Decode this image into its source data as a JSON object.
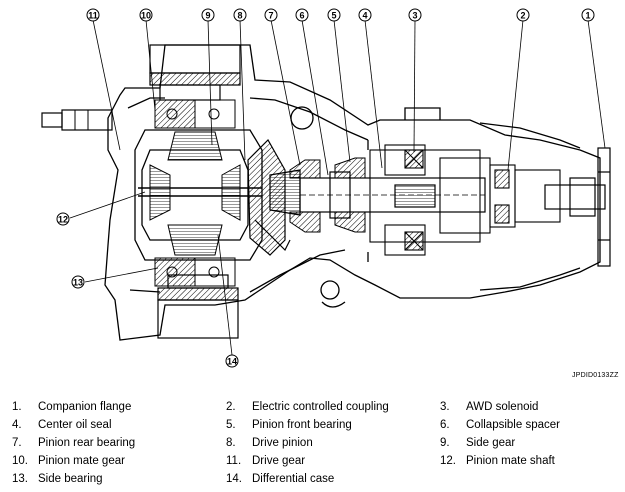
{
  "diagram": {
    "callouts": [
      "1",
      "2",
      "3",
      "4",
      "5",
      "6",
      "7",
      "8",
      "9",
      "10",
      "11",
      "12",
      "13",
      "14"
    ],
    "code": "JPDID0133ZZ"
  },
  "legend": [
    {
      "num": "1.",
      "label": "Companion flange"
    },
    {
      "num": "2.",
      "label": "Electric controlled coupling"
    },
    {
      "num": "3.",
      "label": "AWD solenoid"
    },
    {
      "num": "4.",
      "label": "Center oil seal"
    },
    {
      "num": "5.",
      "label": "Pinion front bearing"
    },
    {
      "num": "6.",
      "label": "Collapsible spacer"
    },
    {
      "num": "7.",
      "label": "Pinion rear bearing"
    },
    {
      "num": "8.",
      "label": "Drive pinion"
    },
    {
      "num": "9.",
      "label": "Side gear"
    },
    {
      "num": "10.",
      "label": "Pinion mate gear"
    },
    {
      "num": "11.",
      "label": "Drive gear"
    },
    {
      "num": "12.",
      "label": "Pinion mate shaft"
    },
    {
      "num": "13.",
      "label": "Side bearing"
    },
    {
      "num": "14.",
      "label": "Differential case"
    }
  ]
}
